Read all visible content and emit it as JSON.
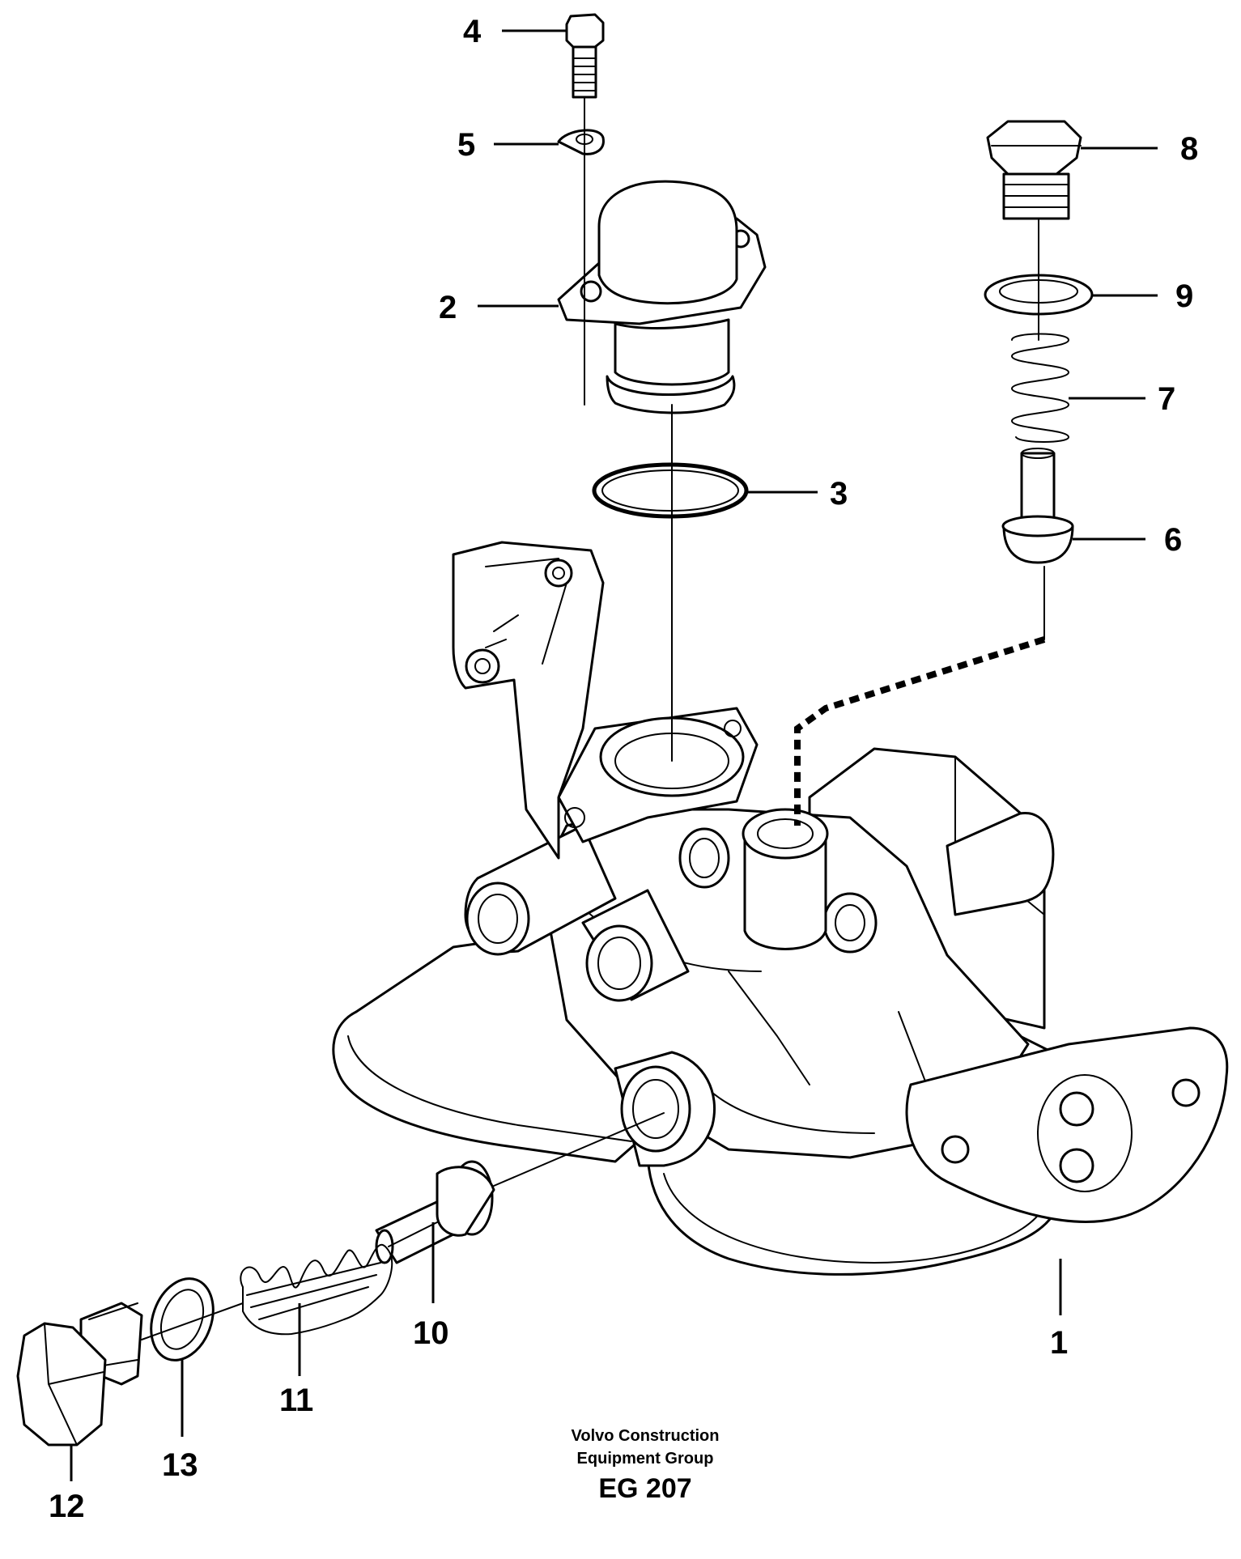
{
  "diagram": {
    "callouts": [
      {
        "id": "1",
        "label": "1"
      },
      {
        "id": "2",
        "label": "2"
      },
      {
        "id": "3",
        "label": "3"
      },
      {
        "id": "4",
        "label": "4"
      },
      {
        "id": "5",
        "label": "5"
      },
      {
        "id": "6",
        "label": "6"
      },
      {
        "id": "7",
        "label": "7"
      },
      {
        "id": "8",
        "label": "8"
      },
      {
        "id": "9",
        "label": "9"
      },
      {
        "id": "10",
        "label": "10"
      },
      {
        "id": "11",
        "label": "11"
      },
      {
        "id": "12",
        "label": "12"
      },
      {
        "id": "13",
        "label": "13"
      }
    ],
    "caption": {
      "line1": "Volvo Construction",
      "line2": "Equipment Group",
      "code": "EG 207"
    }
  }
}
